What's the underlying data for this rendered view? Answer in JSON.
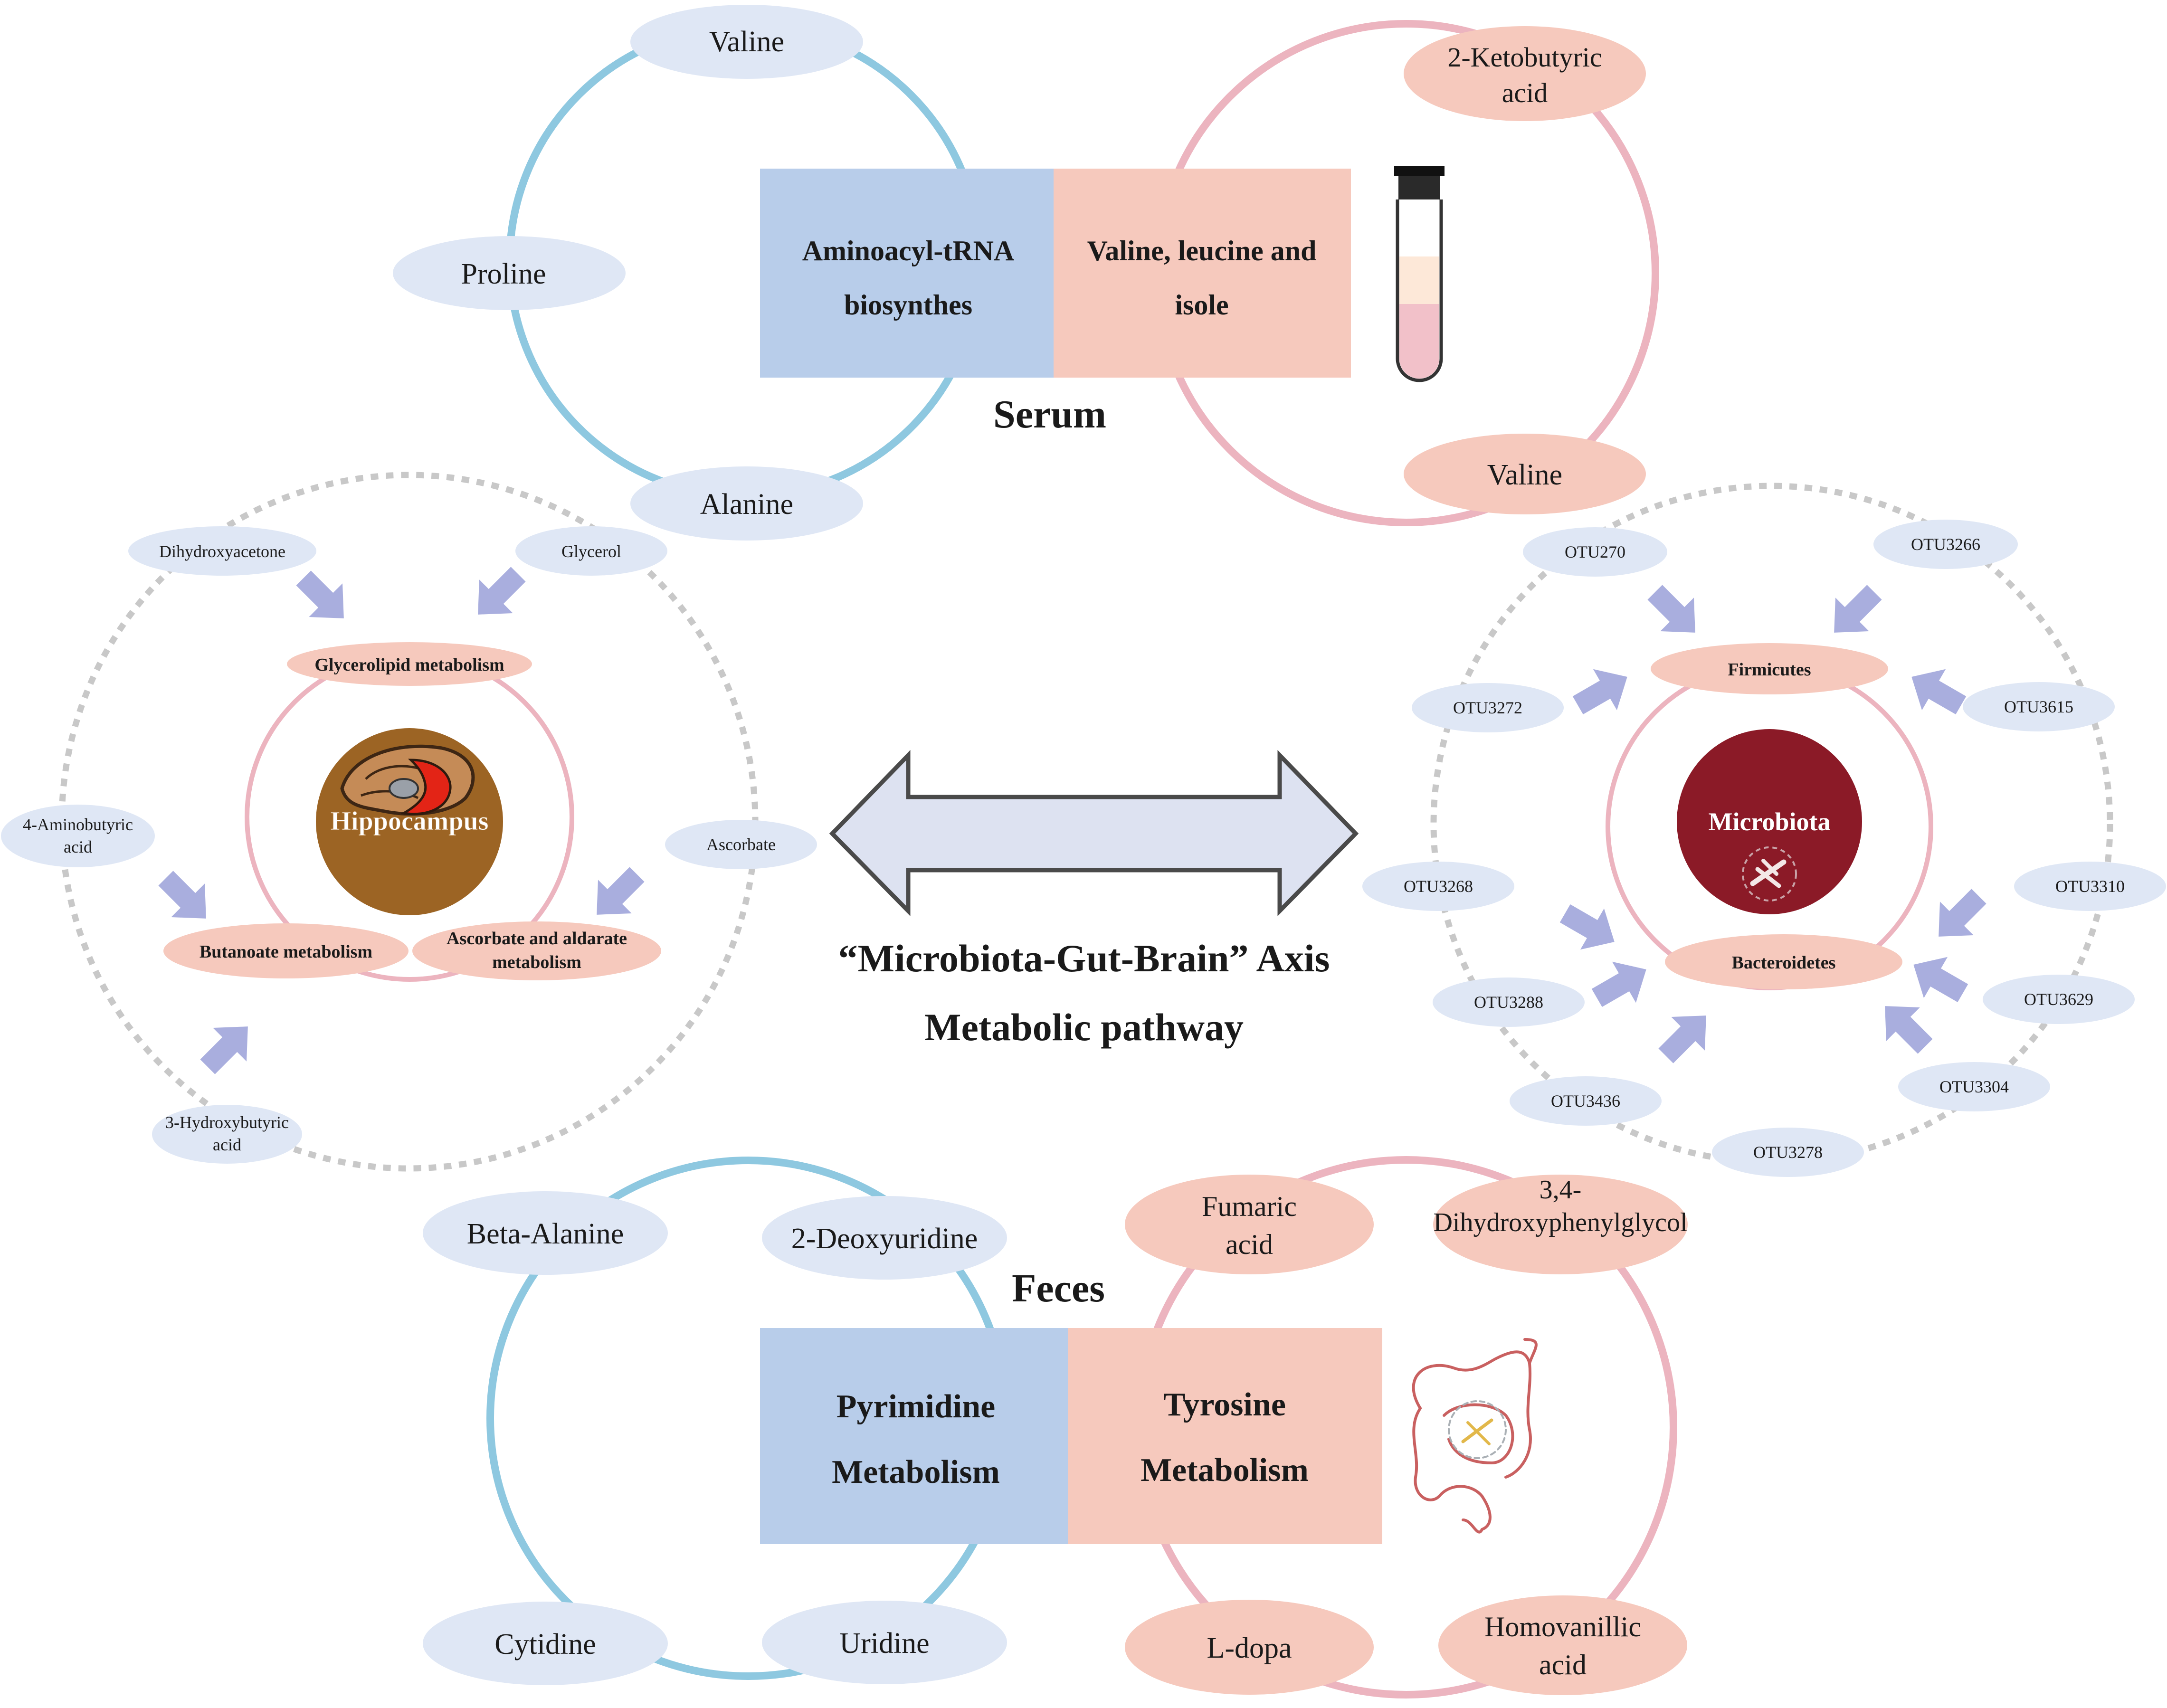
{
  "colors": {
    "blue_ring": "#8ec8e0",
    "pink_ring": "#ecb4bf",
    "blue_ellipse": "#dfe7f5",
    "pink_ellipse": "#f6c9bd",
    "blue_box": "#b8cdea",
    "pink_box": "#f6c9bd",
    "arrow": "#a9aede",
    "double_arrow_fill": "#dde2f1",
    "double_arrow_stroke": "#4a4a4a",
    "dotted_ring": "#c8c8c8",
    "hippocampus_disc": "#9c6424",
    "microbiota_disc": "#8b1a27"
  },
  "serum": {
    "label": "Serum",
    "box_left_line1": "Aminoacyl-tRNA",
    "box_left_line2": "biosynthes",
    "box_right_line1": "Valine, leucine and",
    "box_right_line2": "isole",
    "left_metabolites": [
      "Valine",
      "Proline",
      "Alanine"
    ],
    "right_metabolites": [
      [
        "2-Ketobutyric",
        "acid"
      ],
      [
        "Valine"
      ]
    ]
  },
  "brain": {
    "center_label": "Hippocampus",
    "pathways": {
      "glycerolipid": "Glycerolipid metabolism",
      "butanoate": "Butanoate metabolism",
      "ascorbate_line1": "Ascorbate and aldarate",
      "ascorbate_line2": "metabolism"
    },
    "metabolites": {
      "dihydroxyacetone": "Dihydroxyacetone",
      "glycerol": "Glycerol",
      "aminobutyric_line1": "4-Aminobutyric",
      "aminobutyric_line2": "acid",
      "ascorbate": "Ascorbate",
      "hydroxybutyric_line1": "3-Hydroxybutyric",
      "hydroxybutyric_line2": "acid"
    }
  },
  "gut": {
    "center_label": "Microbiota",
    "phyla": {
      "top": "Firmicutes",
      "bottom": "Bacteroidetes"
    },
    "otus": [
      "OTU270",
      "OTU3266",
      "OTU3272",
      "OTU3615",
      "OTU3268",
      "OTU3310",
      "OTU3288",
      "OTU3629",
      "OTU3436",
      "OTU3304",
      "OTU3278"
    ]
  },
  "axis": {
    "line1": "“Microbiota-Gut-Brain” Axis",
    "line2": "Metabolic pathway"
  },
  "feces": {
    "label": "Feces",
    "box_left_line1": "Pyrimidine",
    "box_left_line2": "Metabolism",
    "box_right_line1": "Tyrosine",
    "box_right_line2": "Metabolism",
    "left_metabolites": [
      "Beta-Alanine",
      "2-Deoxyuridine",
      "Cytidine",
      "Uridine"
    ],
    "right_metabolites": [
      [
        "Fumaric",
        "acid"
      ],
      [
        "3,4-",
        "Dihydroxyphenylglycol"
      ],
      [
        "L-dopa"
      ],
      [
        "Homovanillic",
        "acid"
      ]
    ]
  }
}
